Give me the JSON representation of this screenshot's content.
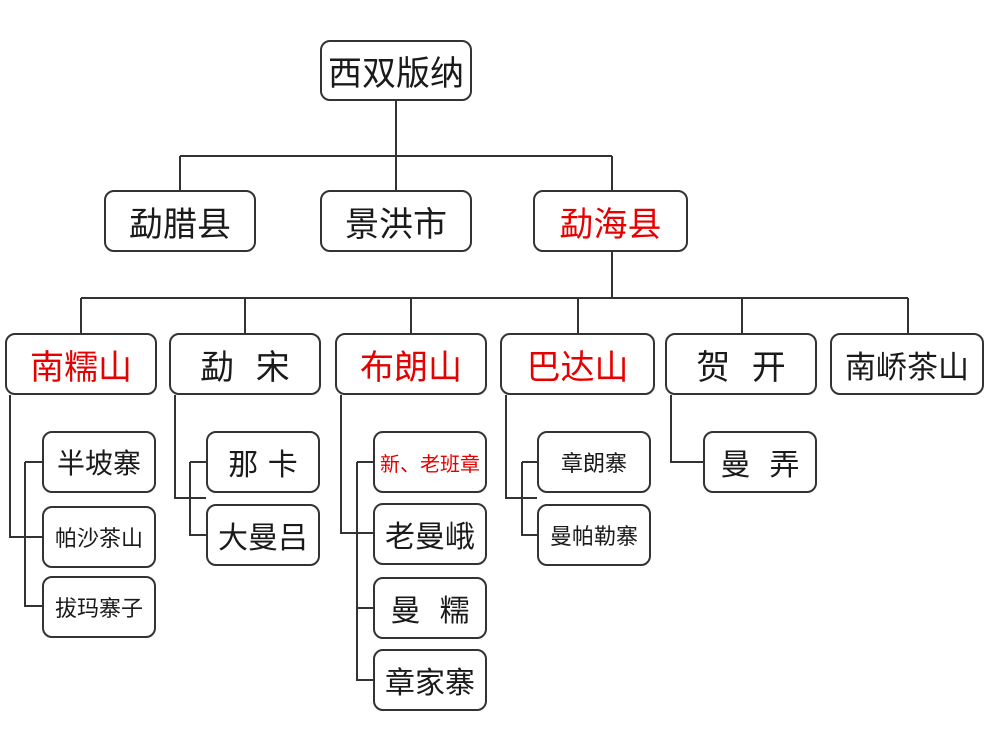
{
  "colors": {
    "text": "#1a1a1a",
    "highlight": "#e60000",
    "line": "#333333"
  },
  "root": {
    "label": "西双版纳"
  },
  "level1": [
    {
      "label": "勐腊县",
      "highlight": false
    },
    {
      "label": "景洪市",
      "highlight": false
    },
    {
      "label": "勐海县",
      "highlight": true
    }
  ],
  "mountains": [
    {
      "label": "南糯山",
      "highlight": true,
      "children": [
        {
          "label": "半坡寨",
          "highlight": false
        },
        {
          "label": "帕沙茶山",
          "highlight": false
        },
        {
          "label": "拔玛寨子",
          "highlight": false
        }
      ]
    },
    {
      "label": "勐  宋",
      "highlight": false,
      "children": [
        {
          "label": "那 卡",
          "highlight": false
        },
        {
          "label": "大曼吕",
          "highlight": false
        }
      ]
    },
    {
      "label": "布朗山",
      "highlight": true,
      "children": [
        {
          "label": "新、老班章",
          "highlight": true
        },
        {
          "label": "老曼峨",
          "highlight": false
        },
        {
          "label": "曼  糯",
          "highlight": false
        },
        {
          "label": "章家寨",
          "highlight": false
        }
      ]
    },
    {
      "label": "巴达山",
      "highlight": true,
      "children": [
        {
          "label": "章朗寨",
          "highlight": false
        },
        {
          "label": "曼帕勒寨",
          "highlight": false
        }
      ]
    },
    {
      "label": "贺  开",
      "highlight": false,
      "children": [
        {
          "label": "曼  弄",
          "highlight": false
        }
      ]
    },
    {
      "label": "南峤茶山",
      "highlight": false,
      "children": []
    }
  ]
}
